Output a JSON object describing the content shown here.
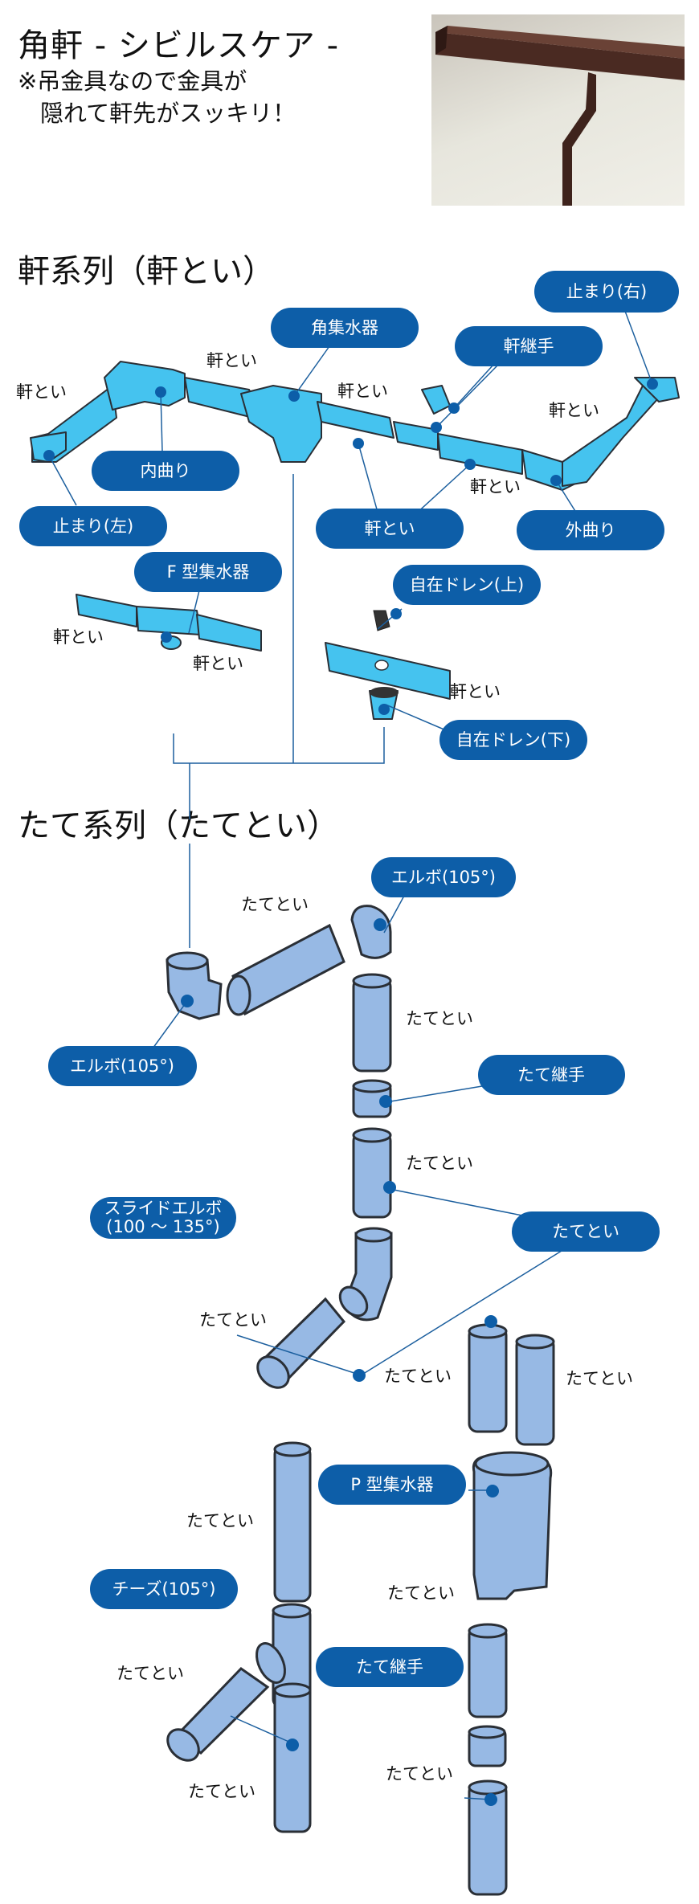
{
  "header": {
    "title": "角軒 - シビルスケア -",
    "note_line1": "※吊金具なので金具が",
    "note_line2": "隠れて軒先がスッキリ！",
    "photo": "brown-square-gutter-photo"
  },
  "sections": {
    "noki": {
      "heading": "軒系列（軒とい）",
      "callouts": [
        {
          "id": "tomari-right",
          "label": "止まり(右)"
        },
        {
          "id": "kaku-shusuiki",
          "label": "角集水器"
        },
        {
          "id": "noki-tsugite",
          "label": "軒継手"
        },
        {
          "id": "uchimagari",
          "label": "内曲り"
        },
        {
          "id": "tomari-left",
          "label": "止まり(左)"
        },
        {
          "id": "noki-toi",
          "label": "軒とい"
        },
        {
          "id": "sotomagari",
          "label": "外曲り"
        },
        {
          "id": "f-shusuiki",
          "label": "F 型集水器"
        },
        {
          "id": "jizai-drain-up",
          "label": "自在ドレン(上)"
        },
        {
          "id": "jizai-drain-down",
          "label": "自在ドレン(下)"
        }
      ],
      "plain_labels": [
        "軒とい",
        "軒とい",
        "軒とい",
        "軒とい",
        "軒とい",
        "軒とい",
        "軒とい",
        "軒とい"
      ]
    },
    "tate": {
      "heading": "たて系列（たてとい）",
      "callouts": [
        {
          "id": "elbow-top",
          "label": "エルボ(105°)"
        },
        {
          "id": "elbow-left",
          "label": "エルボ(105°)"
        },
        {
          "id": "tate-tsugite-1",
          "label": "たて継手"
        },
        {
          "id": "tate-toi",
          "label": "たてとい"
        },
        {
          "id": "slide-elbow-1",
          "label": "スライドエルボ"
        },
        {
          "id": "slide-elbow-2",
          "label": "(100 ～ 135°)"
        },
        {
          "id": "p-shusuiki",
          "label": "P 型集水器"
        },
        {
          "id": "cheese",
          "label": "チーズ(105°)"
        },
        {
          "id": "tate-tsugite-2",
          "label": "たて継手"
        }
      ],
      "plain_labels": [
        "たてとい",
        "たてとい",
        "たてとい",
        "たてとい",
        "たてとい",
        "たてとい",
        "たてとい",
        "たてとい",
        "たてとい",
        "たてとい",
        "たてとい"
      ]
    }
  },
  "colors": {
    "callout": "#0d5ea8",
    "gutter": "#45c3ef",
    "downspout": "#97b9e4",
    "outline": "#2a2f36"
  }
}
